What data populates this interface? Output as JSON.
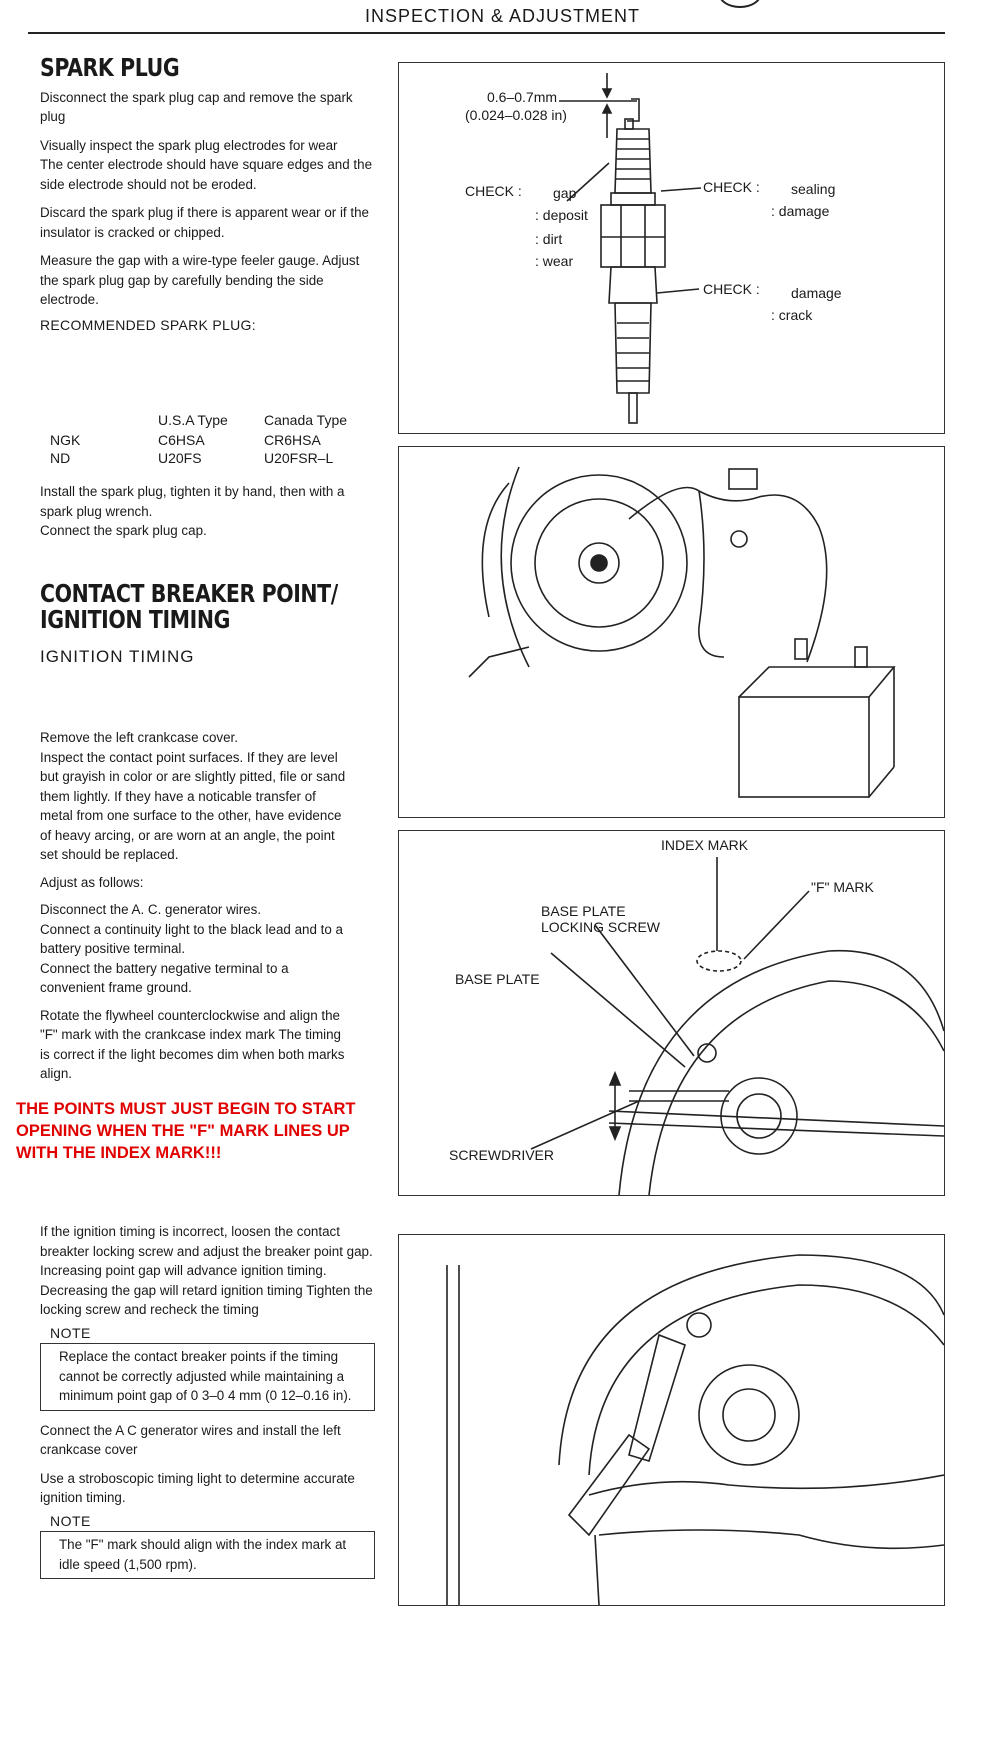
{
  "header": {
    "title": "INSPECTION & ADJUSTMENT"
  },
  "spark_plug": {
    "heading": "SPARK PLUG",
    "paragraphs": [
      "Disconnect the spark plug cap and remove the spark plug",
      "Visually inspect the spark plug electrodes for wear",
      "The center electrode should have square edges and the side electrode should not be eroded.",
      "Discard the spark plug if there is apparent wear or if the insulator is cracked or chipped.",
      "Measure the gap with a wire-type feeler gauge. Adjust the spark plug gap by carefully bending the side electrode."
    ],
    "recommended_title": "RECOMMENDED SPARK PLUG:",
    "table": {
      "col_usa": "U.S.A Type",
      "col_canada": "Canada Type",
      "rows": [
        {
          "brand": "NGK",
          "usa": "C6HSA",
          "canada": "CR6HSA"
        },
        {
          "brand": "ND",
          "usa": "U20FS",
          "canada": "U20FSR–L"
        }
      ]
    },
    "install": [
      "Install the spark plug, tighten it by hand, then with a spark plug wrench.",
      "Connect the spark plug cap."
    ]
  },
  "contact_breaker": {
    "heading_line1": "CONTACT BREAKER POINT/",
    "heading_line2": "IGNITION TIMING",
    "subheading": "IGNITION TIMING",
    "p1": "Remove the left crankcase cover.",
    "p2": "Inspect the contact point surfaces. If they are level but grayish in color or are slightly pitted, file or sand them lightly. If they have a noticable transfer of metal from one surface to the other, have evidence of heavy arcing, or are worn at an angle, the point set should be replaced.",
    "adjust_title": "Adjust as follows:",
    "p3": "Disconnect the A. C. generator wires.",
    "p4": "Connect a continuity light to the black lead and to a battery positive terminal.",
    "p5": "Connect the battery negative terminal to a convenient frame ground.",
    "p6": "Rotate the flywheel counterclockwise and align the \"F\" mark with the crankcase index mark  The timing is correct if the light becomes dim when both marks align.",
    "red_note": "THE POINTS MUST JUST BEGIN TO START OPENING WHEN THE \"F\" MARK LINES UP WITH THE INDEX MARK!!!",
    "p7": "If the ignition timing is incorrect, loosen the contact breakter locking screw and adjust the breaker point gap. Increasing point gap will advance ignition timing. Decreasing the gap will retard ignition timing  Tighten the locking screw and recheck the timing",
    "note1_label": "NOTE",
    "note1_text": "Replace the contact breaker points if the timing cannot be correctly adjusted while maintaining a minimum point gap of 0 3–0 4 mm  (0 12–0.16 in).",
    "p8": "Connect the A  C  generator wires and install the left crankcase cover",
    "p9": "Use a stroboscopic timing light to determine accurate ignition timing.",
    "note2_label": "NOTE",
    "note2_text": "The \"F\" mark should align with the index mark at idle speed  (1,500 rpm)."
  },
  "figures": {
    "plug": {
      "gap_mm": "0.6–0.7mm",
      "gap_in": "(0.024–0.028 in)",
      "check_left": "CHECK :",
      "left_items": [
        "gap",
        ": deposit",
        ": dirt",
        ": wear"
      ],
      "check_right_top": "CHECK :",
      "right_top_items": [
        "sealing",
        ": damage"
      ],
      "check_right_bottom": "CHECK :",
      "right_bottom_items": [
        "damage",
        ": crack"
      ]
    },
    "timing": {
      "index_mark": "INDEX MARK",
      "f_mark": "\"F\" MARK",
      "base_plate_screw_1": "BASE PLATE",
      "base_plate_screw_2": "LOCKING SCREW",
      "base_plate": "BASE PLATE",
      "screwdriver": "SCREWDRIVER"
    }
  }
}
